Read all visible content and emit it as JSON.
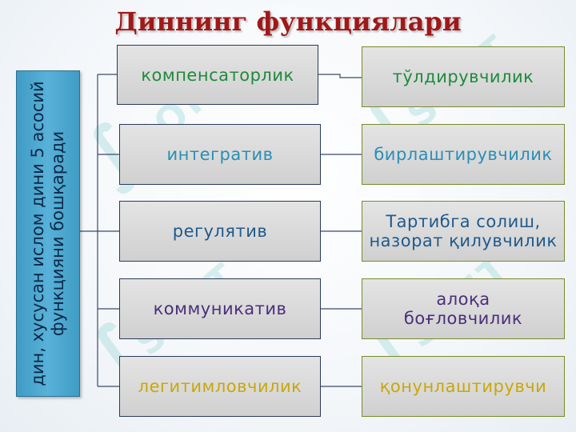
{
  "title": "Диннинг функциялари",
  "side_label": "дин, хусусан ислом дини 5 асосий функцияни бошқаради",
  "watermark": {
    "symbol": "∫",
    "text": "SOFT"
  },
  "colors": {
    "title": "#a01818",
    "side_box": "#4aa6cf",
    "green": "#1f8a3c",
    "teal": "#2a8fb5",
    "blue": "#1f5a8c",
    "purple": "#4a2f7a",
    "gold": "#c8a80a"
  },
  "rows": [
    {
      "function": "компенсаторлик",
      "description": "тўлдирувчилик",
      "color": "#1f8a3c"
    },
    {
      "function": "интегратив",
      "description": "бирлаштирувчилик",
      "color": "#2a8fb5"
    },
    {
      "function": "регулятив",
      "description": "Тартибга солиш, назорат қилувчилик",
      "color": "#1f5a8c"
    },
    {
      "function": "коммуникатив",
      "description": "алоқа боғловчилик",
      "color": "#4a2f7a"
    },
    {
      "function": "легитимловчилик",
      "description": "қонунлаштирувчи",
      "color": "#c8a80a"
    }
  ]
}
